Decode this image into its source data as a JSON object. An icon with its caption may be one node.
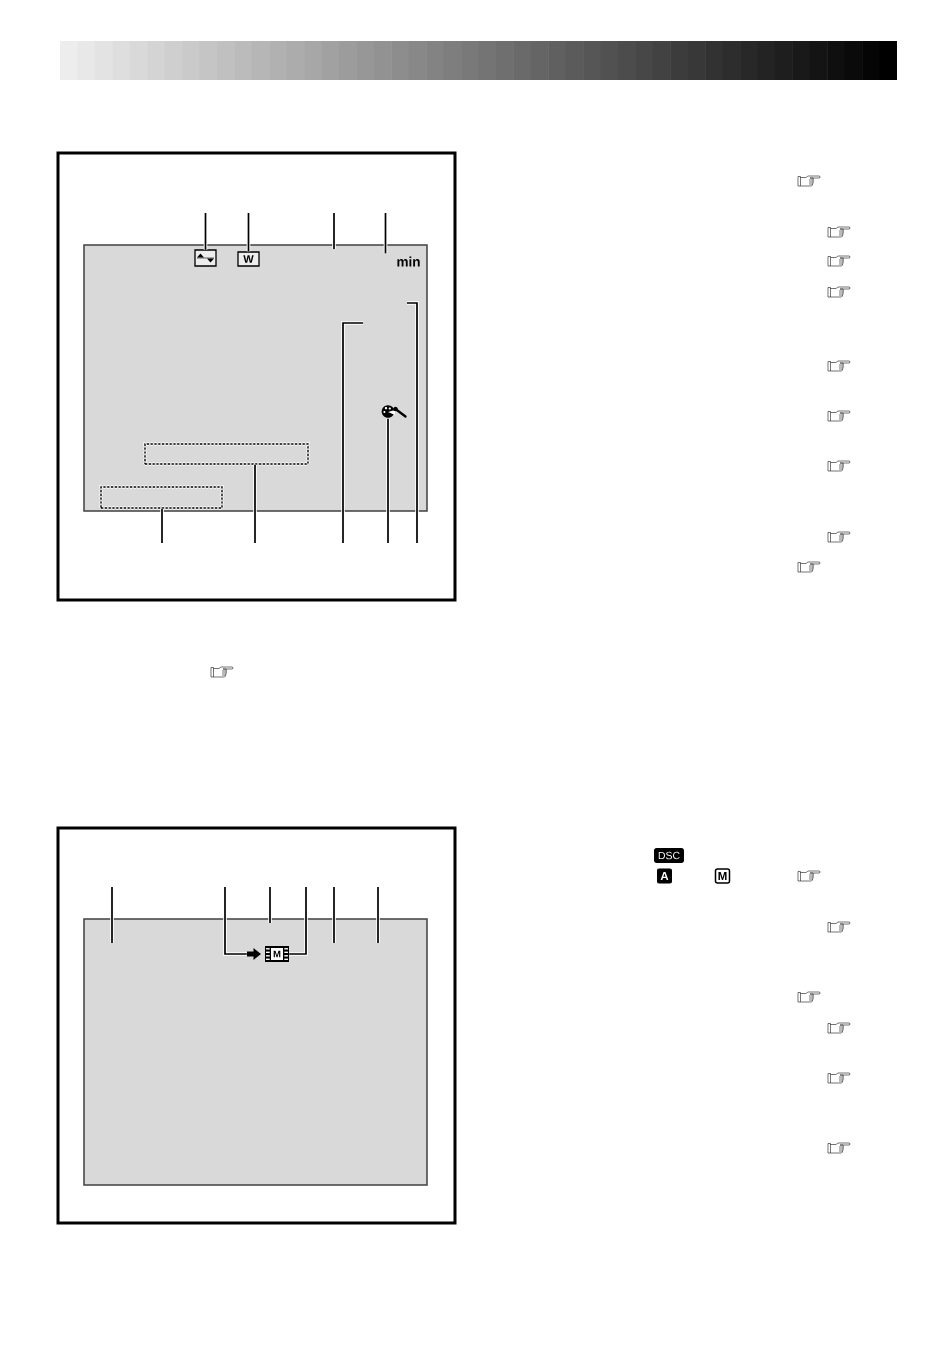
{
  "diagram": {
    "nodes": [
      {
        "text": [],
        "shape": "box"
      },
      {
        "text": [],
        "shape": "picture",
        "in": 0
      },
      {
        "text": [
          "W"
        ],
        "in": 0
      },
      {
        "text": [
          "min"
        ],
        "in": 0
      },
      {
        "text": [],
        "shape": "picture",
        "in": 0
      },
      {
        "text": [],
        "shape": "box",
        "in": 0
      },
      {
        "text": [],
        "shape": "box",
        "in": 0
      },
      {
        "text": [],
        "shape": "box"
      },
      {
        "text": [],
        "shape": "picture",
        "in": 7
      },
      {
        "text": [
          "M"
        ],
        "in": 7
      }
    ],
    "edges": [
      {
        "from": null,
        "to": 1,
        "arrow": "none"
      },
      {
        "from": null,
        "to": 2,
        "arrow": "none"
      },
      {
        "from": null,
        "to": 3,
        "arrow": "none"
      },
      {
        "from": null,
        "to": 6,
        "arrow": "none"
      },
      {
        "from": null,
        "to": 5,
        "arrow": "none"
      },
      {
        "from": null,
        "to": 4,
        "arrow": "none"
      },
      {
        "from": null,
        "to": 8,
        "arrow": "none"
      },
      {
        "from": null,
        "to": 9,
        "arrow": "none"
      }
    ],
    "labels": [
      "DSC",
      "A",
      "M"
    ]
  }
}
